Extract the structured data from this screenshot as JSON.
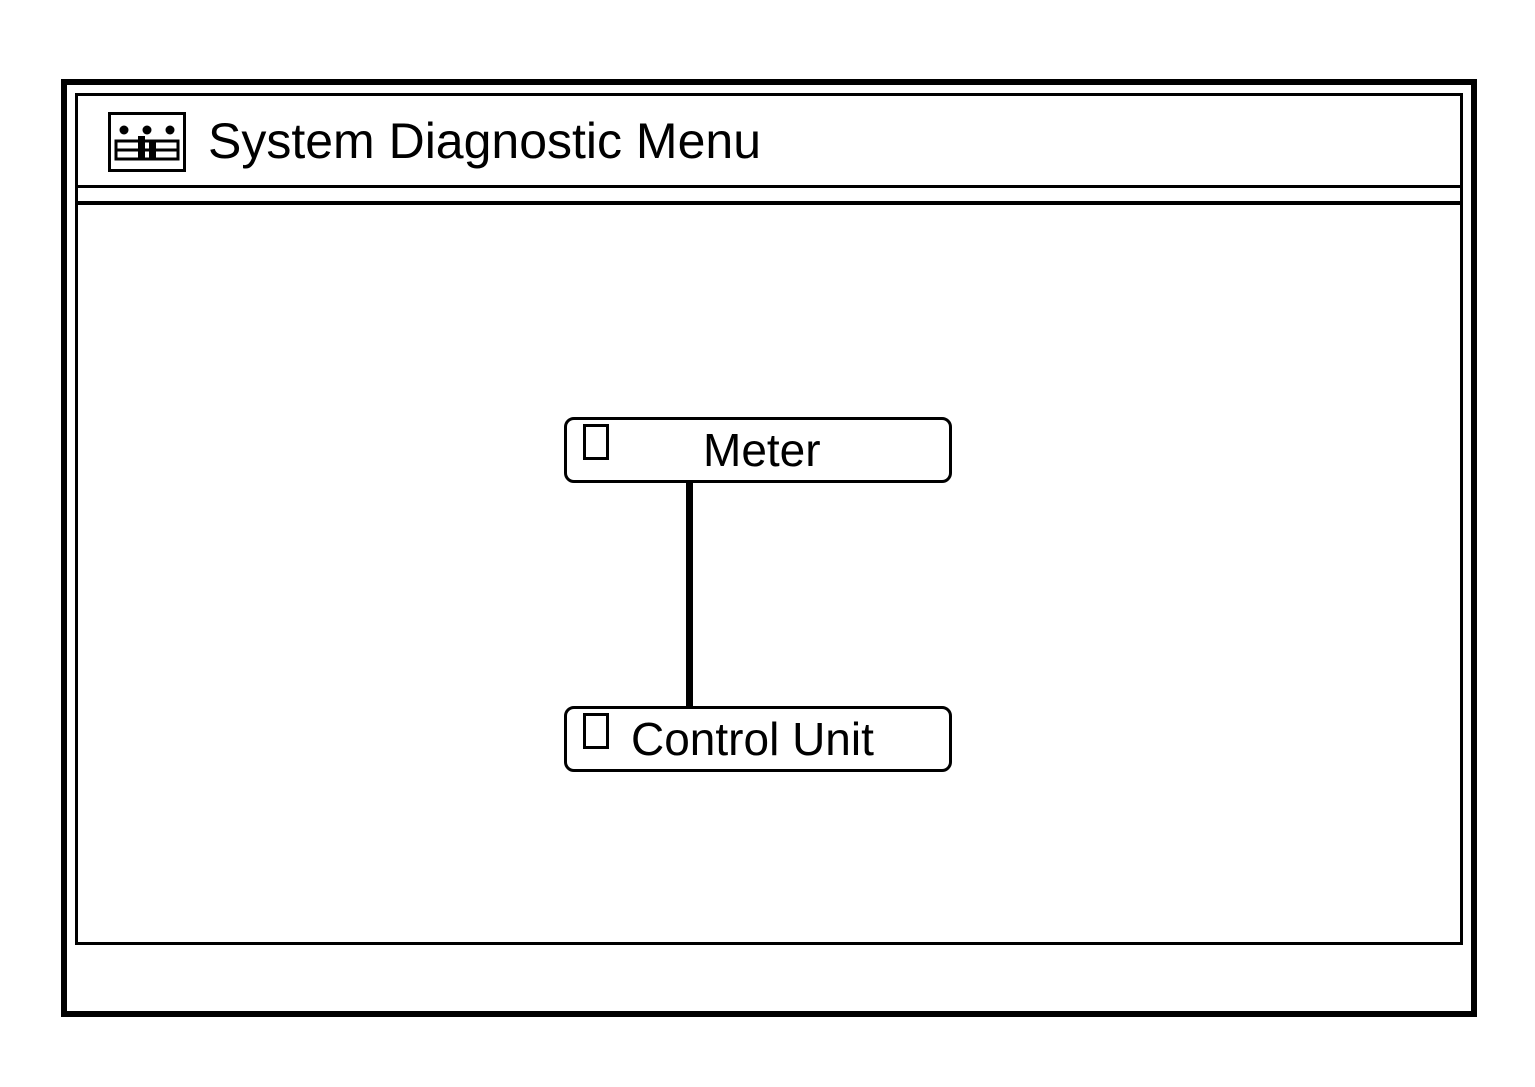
{
  "window": {
    "title": "System Diagnostic Menu",
    "icon": "diagnostic-panel-icon"
  },
  "menu": {
    "items": [
      {
        "label": "Meter",
        "icon": "checkbox-icon"
      },
      {
        "label": "Control Unit",
        "icon": "checkbox-icon"
      }
    ]
  },
  "colors": {
    "foreground": "#000000",
    "background": "#ffffff"
  }
}
